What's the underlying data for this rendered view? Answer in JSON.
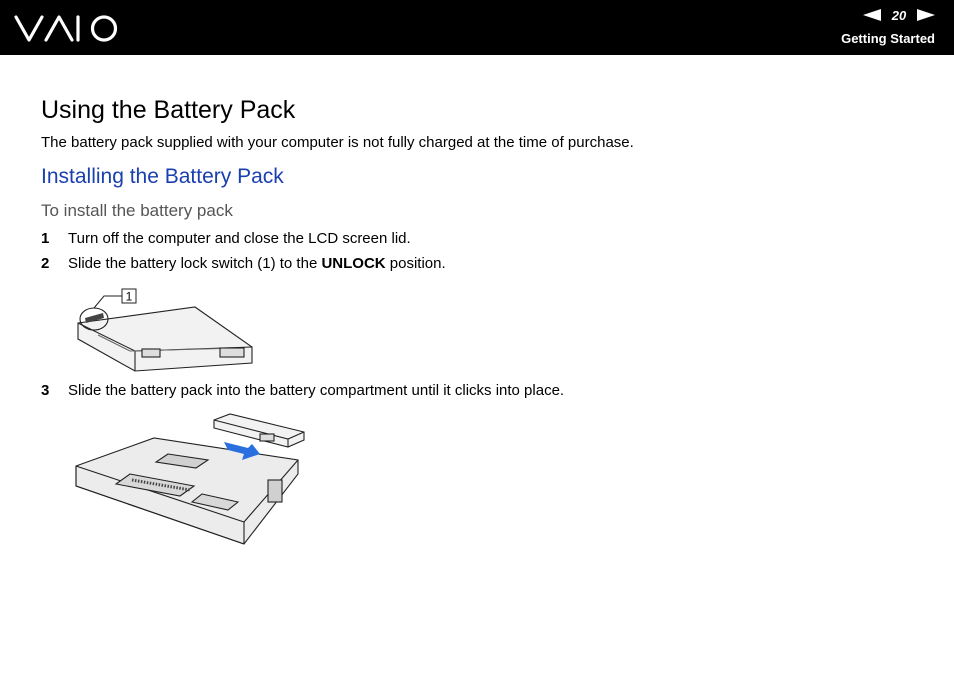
{
  "header": {
    "logo_text": "VAIO",
    "page_number": "20",
    "section": "Getting Started"
  },
  "content": {
    "title": "Using the Battery Pack",
    "intro": "The battery pack supplied with your computer is not fully charged at the time of purchase.",
    "subtitle": "Installing the Battery Pack",
    "procedure_title": "To install the battery pack",
    "steps": [
      {
        "number": "1",
        "text": "Turn off the computer and close the LCD screen lid."
      },
      {
        "number": "2",
        "text_before": "Slide the battery lock switch (1) to the ",
        "text_bold": "UNLOCK",
        "text_after": " position."
      },
      {
        "number": "3",
        "text": "Slide the battery pack into the battery compartment until it clicks into place."
      }
    ],
    "figure1_callout": "1"
  },
  "colors": {
    "header_bg": "#000000",
    "heading_blue": "#1a3fae",
    "arrow_blue": "#2a6fe0"
  }
}
